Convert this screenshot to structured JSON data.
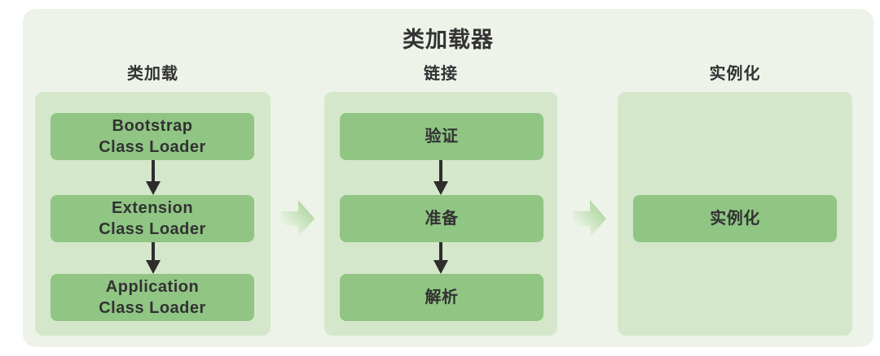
{
  "title": "类加载器",
  "columns": [
    {
      "header": "类加载",
      "boxes": [
        {
          "label": "Bootstrap\nClass Loader"
        },
        {
          "label": "Extension\nClass Loader"
        },
        {
          "label": "Application\nClass Loader"
        }
      ]
    },
    {
      "header": "链接",
      "boxes": [
        {
          "label": "验证"
        },
        {
          "label": "准备"
        },
        {
          "label": "解析"
        }
      ]
    },
    {
      "header": "实例化",
      "boxes": [
        {
          "label": "实例化"
        }
      ]
    }
  ],
  "icons": {
    "down_arrow": "down-arrow-icon",
    "right_arrow": "right-arrow-icon"
  },
  "colors": {
    "card_background": "#edf3e9",
    "panel_background": "#d5e7cb",
    "box_background": "#90c584",
    "text": "#333333",
    "down_arrow": "#2d2d2d",
    "chevron_gradient_start": "#fdfefc",
    "chevron_gradient_end": "#a2ce8f"
  }
}
